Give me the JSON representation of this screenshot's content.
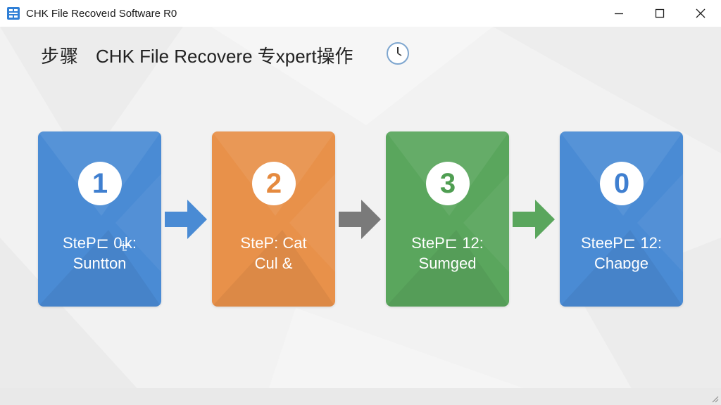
{
  "window": {
    "title": "CHK File Recoveıd Software R0"
  },
  "heading": {
    "prefix": "步骤",
    "title": "CHK File Recovere 专xpert操作"
  },
  "steps": [
    {
      "number": "1",
      "line1": "SteP⊏ 0ᵢ̶̱k:",
      "line2": "Suntton",
      "color": "#4a8bd4",
      "number_color": "#3f7fd0"
    },
    {
      "number": "2",
      "line1": "SteP: Cat",
      "line2": "Cul &",
      "color": "#e8914a",
      "number_color": "#e58a3f"
    },
    {
      "number": "3",
      "line1": "SteP⊏ 12:",
      "line2": "Sumged",
      "color": "#5aa65d",
      "number_color": "#4f9e52"
    },
    {
      "number": "0",
      "line1": "SteeP⊏ 12:",
      "line2": "Chaɒge",
      "color": "#4a8bd4",
      "number_color": "#3f7fd0"
    }
  ],
  "arrows": [
    {
      "color": "#4a8bd4"
    },
    {
      "color": "#7a7a7a"
    },
    {
      "color": "#5aa65d"
    }
  ]
}
